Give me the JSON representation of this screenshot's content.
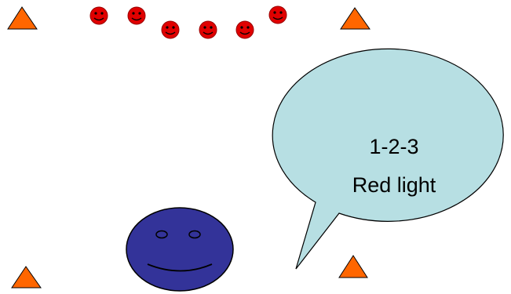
{
  "colors": {
    "background": "#ffffff",
    "cone_fill": "#ff6600",
    "cone_stroke": "#000000",
    "red_player_fill": "#e00000",
    "red_player_stroke": "#990000",
    "it_player_fill": "#333399",
    "bubble_fill": "#b7dfe3",
    "outline": "#000000"
  },
  "scene": {
    "cones": [
      "cone-icon",
      "cone-icon",
      "cone-icon",
      "cone-icon"
    ],
    "red_player_count": 6,
    "it_player": "smiley-face-icon"
  },
  "speech_bubble": {
    "line1": "1-2-3",
    "line2": "Red light"
  }
}
